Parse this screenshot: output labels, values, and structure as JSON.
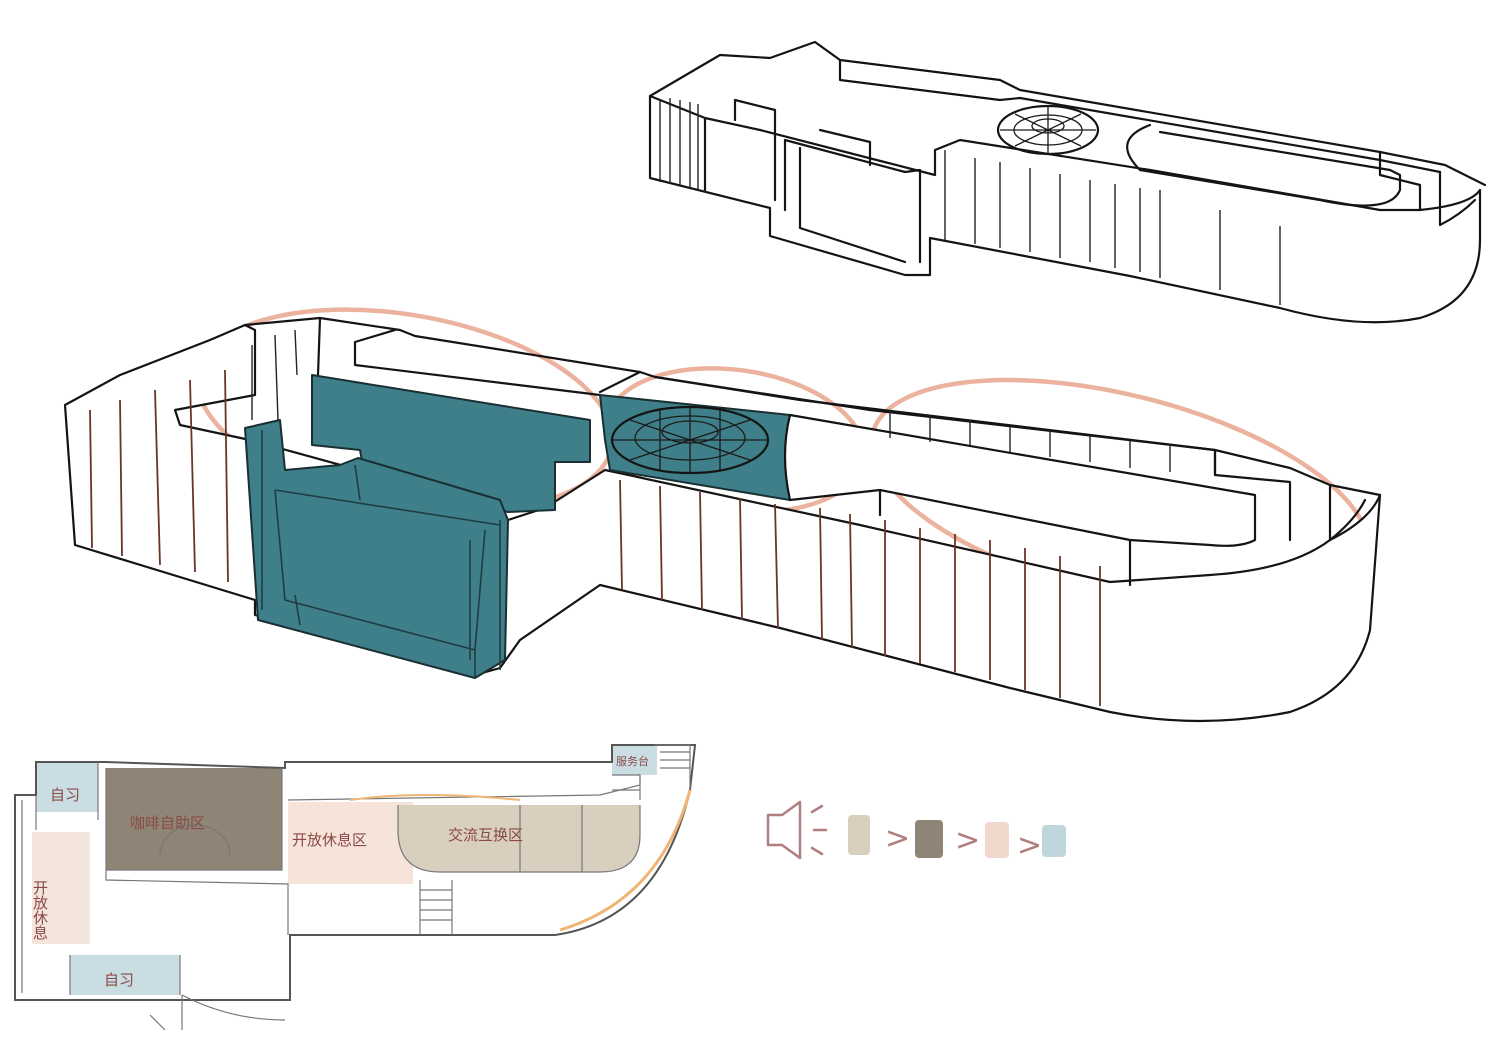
{
  "plan": {
    "rooms": {
      "office_top": "自习",
      "office_bottom": "自习",
      "cafe": "咖啡自助区",
      "lounge": "开放休息区",
      "exchange": "交流互换区",
      "side_rest": "开放休息",
      "corner": "服务台"
    }
  },
  "legend": {
    "icon": "speaker-icon",
    "sequence": [
      "#d9cfbf",
      "#8e8576",
      "#f0d9cc",
      "#bfd6dc"
    ],
    "separator": ">"
  },
  "colors": {
    "teal": "#3f7f89",
    "halo": "#e7a58c",
    "cafe": "#8e8576",
    "lounge": "#f6e3d9",
    "exchange": "#d9cfbf",
    "office": "#c9dde3",
    "rib": "#6b3526"
  }
}
